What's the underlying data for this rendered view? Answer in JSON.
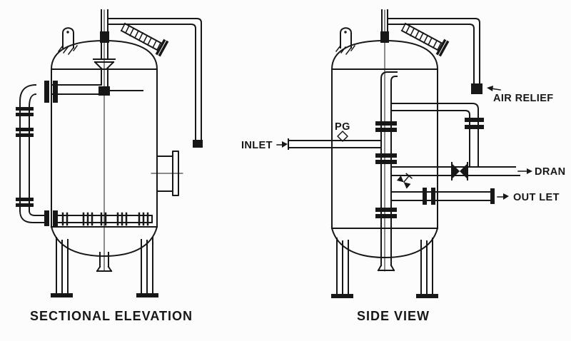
{
  "page": {
    "background": "#fcfcfc",
    "ink": "#171717"
  },
  "views": {
    "sectional_elevation": {
      "caption": "SECTIONAL ELEVATION"
    },
    "side_view": {
      "caption": "SIDE VIEW"
    }
  },
  "callouts": {
    "inlet": "INLET",
    "pressure_gauge": "PG",
    "air_relief": "AIR RELIEF",
    "drain": "DRAN",
    "outlet": "OUT LET"
  },
  "icons": {
    "lifting_lug": "lifting-lug-icon",
    "gate_valve": "gate-valve-icon",
    "sample_valve": "sample-valve-icon",
    "air_relief_valve": "air-relief-valve-icon",
    "pressure_gauge": "pressure-gauge-icon",
    "arrow": "arrow-icon"
  }
}
